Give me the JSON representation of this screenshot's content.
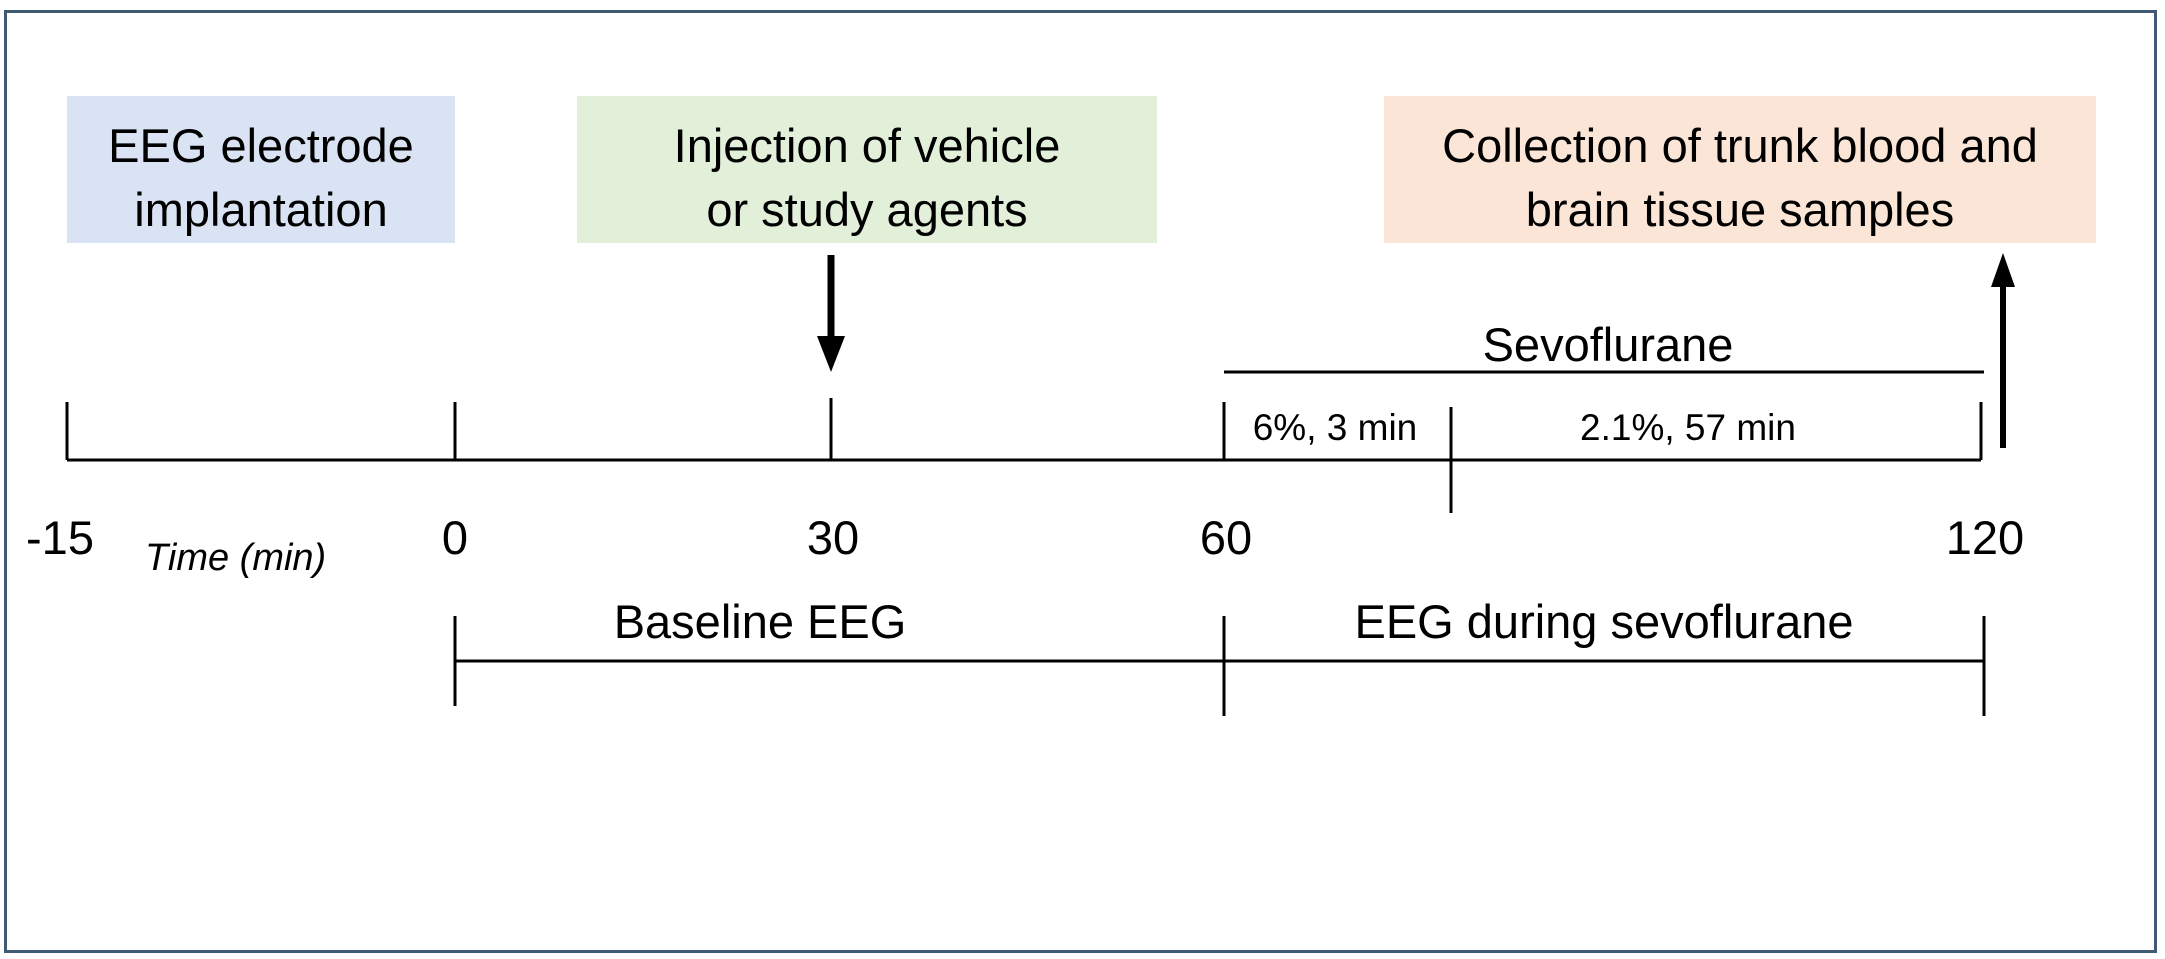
{
  "boxes": {
    "implantation": {
      "line1": "EEG electrode",
      "line2": "implantation",
      "color": "#dae3f3"
    },
    "injection": {
      "line1": "Injection of vehicle",
      "line2": "or study agents",
      "color": "#e2f0d9"
    },
    "collection": {
      "line1": "Collection of trunk blood and",
      "line2": "brain tissue samples",
      "color": "#fbe5d6"
    }
  },
  "timeline": {
    "axis_label": "Time (min)",
    "ticks": [
      "-15",
      "0",
      "30",
      "60",
      "120"
    ]
  },
  "sevoflurane": {
    "label": "Sevoflurane",
    "phase1": "6%, 3 min",
    "phase2": "2.1%, 57 min"
  },
  "periods": {
    "baseline": "Baseline EEG",
    "during": "EEG during sevoflurane"
  },
  "colors": {
    "border": "#3f5a72",
    "line": "#000000"
  }
}
